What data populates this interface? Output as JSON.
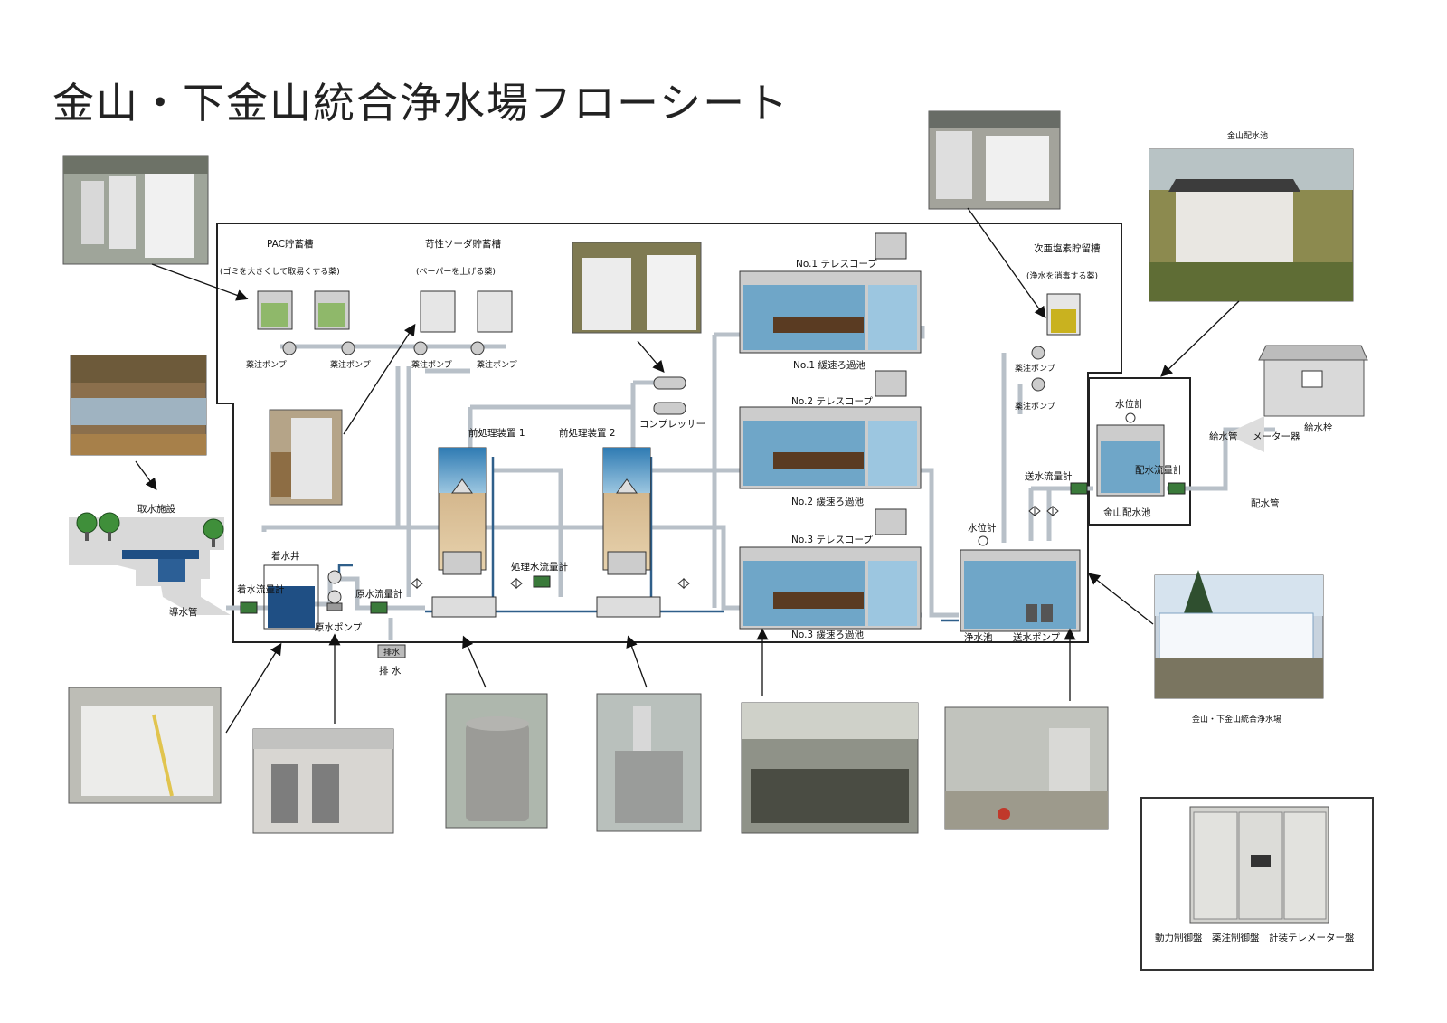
{
  "title": "金山・下金山統合浄水場フローシート",
  "labels": {
    "pac_tank": "PAC貯蓄槽",
    "pac_desc": "(ゴミを大きくして取易くする薬)",
    "soda_tank": "苛性ソーダ貯蓄槽",
    "soda_desc": "(ペーパーを上げる薬)",
    "chem_pump_1": "薬注ポンプ",
    "chem_pump_2": "薬注ポンプ",
    "chem_pump_3": "薬注ポンプ",
    "chem_pump_4": "薬注ポンプ",
    "compressor": "コンプレッサー",
    "pretreat_1": "前処理装置 1",
    "pretreat_2": "前処理装置 2",
    "treated_flow": "処理水流量計",
    "intake": "取水施設",
    "guide_pipe": "導水管",
    "receiving_well": "着水井",
    "receiving_flow": "着水流量計",
    "raw_flow": "原水流量計",
    "raw_pump": "原水ポンプ",
    "drain": "排 水",
    "drain_box": "排水",
    "scope_1": "No.1 テレスコープ",
    "scope_2": "No.2 テレスコープ",
    "scope_3": "No.3 テレスコープ",
    "filter_1": "No.1 緩速ろ過池",
    "filter_2": "No.2 緩速ろ過池",
    "filter_3": "No.3 緩速ろ過池",
    "hypo_tank": "次亜塩素貯留槽",
    "hypo_desc": "(浄水を消毒する薬)",
    "hypo_pump_1": "薬注ポンプ",
    "hypo_pump_2": "薬注ポンプ",
    "level_1": "水位計",
    "level_2": "水位計",
    "clear_well": "浄水池",
    "send_pump": "送水ポンプ",
    "send_flow": "送水流量計",
    "dist_flow": "配水流量計",
    "dist_reservoir": "金山配水池",
    "reservoir_photo": "金山配水池",
    "supply_pipe": "給水管",
    "meter": "メーター器",
    "hydrant": "給水栓",
    "dist_pipe": "配水管",
    "plant_caption": "金山・下金山統合浄水場",
    "panel_caption": "動力制御盤　薬注制御盤　計装テレメーター盤"
  },
  "colors": {
    "water": "#6fa6c8",
    "water_dark": "#2f5f8a",
    "pac_liquid": "#8fb86a",
    "hypo_liquid": "#c9b21f",
    "pipe": "#bfc6cc",
    "tank_gray": "#d9d9d9"
  },
  "icons": [
    "valve-icon",
    "pump-icon",
    "tree-icon",
    "arrow-icon"
  ]
}
